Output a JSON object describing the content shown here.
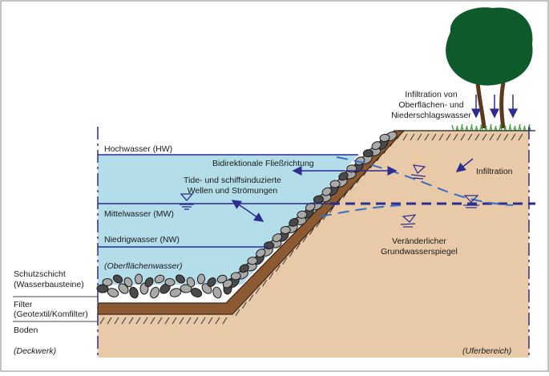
{
  "water_levels": {
    "hw": "Hochwasser (HW)",
    "mw": "Mittelwasser (MW)",
    "nw": "Niedrigwasser (NW)"
  },
  "flow": {
    "bidirectional": "Bidirektionale Fließrichtung",
    "waves_line1": "Tide- und schiffsinduzierte",
    "waves_line2": "Wellen und Strömungen"
  },
  "surface_water": "(Oberflächenwasser)",
  "layers": {
    "protection_line1": "Schutzschicht",
    "protection_line2": "(Wasserbausteine)",
    "filter_line1": "Filter",
    "filter_line2": "(Geotextil/Komfilter)",
    "soil": "Boden",
    "revetment": "(Deckwerk)"
  },
  "bank": {
    "infiltration_rain_line1": "Infiltration von",
    "infiltration_rain_line2": "Oberflächen- und",
    "infiltration_rain_line3": "Niederschlagswasser",
    "infiltration": "Infiltration",
    "groundwater_line1": "Veränderlicher",
    "groundwater_line2": "Grundwasserspiegel",
    "bank_area": "(Uferbereich)"
  },
  "colors": {
    "water": "#b3dde9",
    "soil": "#e8c9a8",
    "filter": "#8b5a33",
    "arrow": "#2b2d8f",
    "tree_crown": "#0e5a2b",
    "grass": "#3c9a34",
    "stone_dark": "#4a4a4a",
    "stone_light": "#a9a9a9"
  }
}
